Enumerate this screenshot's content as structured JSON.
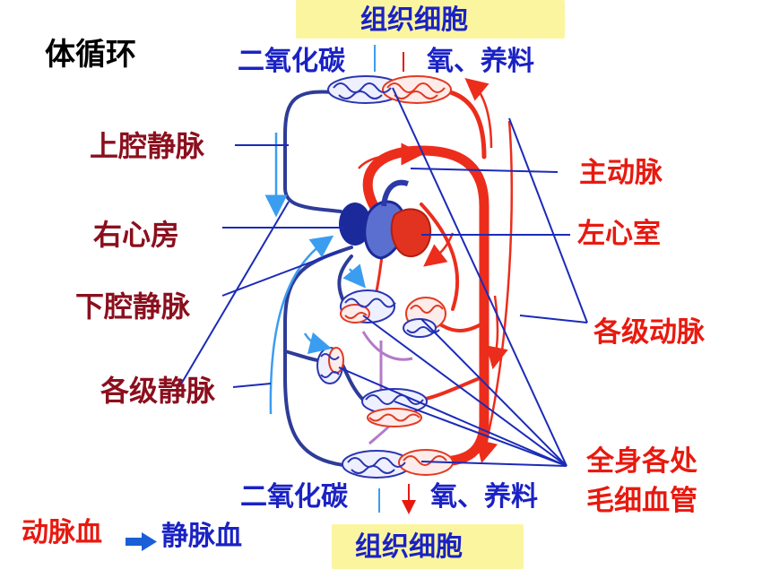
{
  "title": "体循环",
  "colors": {
    "dark_red": "#8b0f1e",
    "red": "#e8190f",
    "blue": "#1a22c4",
    "box_yellow": "#fbf5a0",
    "vessel_red": "#ec2d1c",
    "vessel_blue": "#2e3c98",
    "guide_line": "#1b2bb8",
    "flow_light_blue": "#3b9df0"
  },
  "labels": {
    "tissue_cells_top": "组织细胞",
    "tissue_cells_bottom": "组织细胞",
    "co2_top": "二氧化碳",
    "o2_top": "氧、养料",
    "co2_bottom": "二氧化碳",
    "o2_bottom": "氧、养料",
    "superior_vena_cava": "上腔静脉",
    "right_atrium": "右心房",
    "inferior_vena_cava": "下腔静脉",
    "veins": "各级静脉",
    "aorta": "主动脉",
    "left_ventricle": "左心室",
    "arteries": "各级动脉",
    "capillaries_line1": "全身各处",
    "capillaries_line2": "毛细血管"
  },
  "legend": {
    "from": "动脉血",
    "to": "静脉血"
  }
}
